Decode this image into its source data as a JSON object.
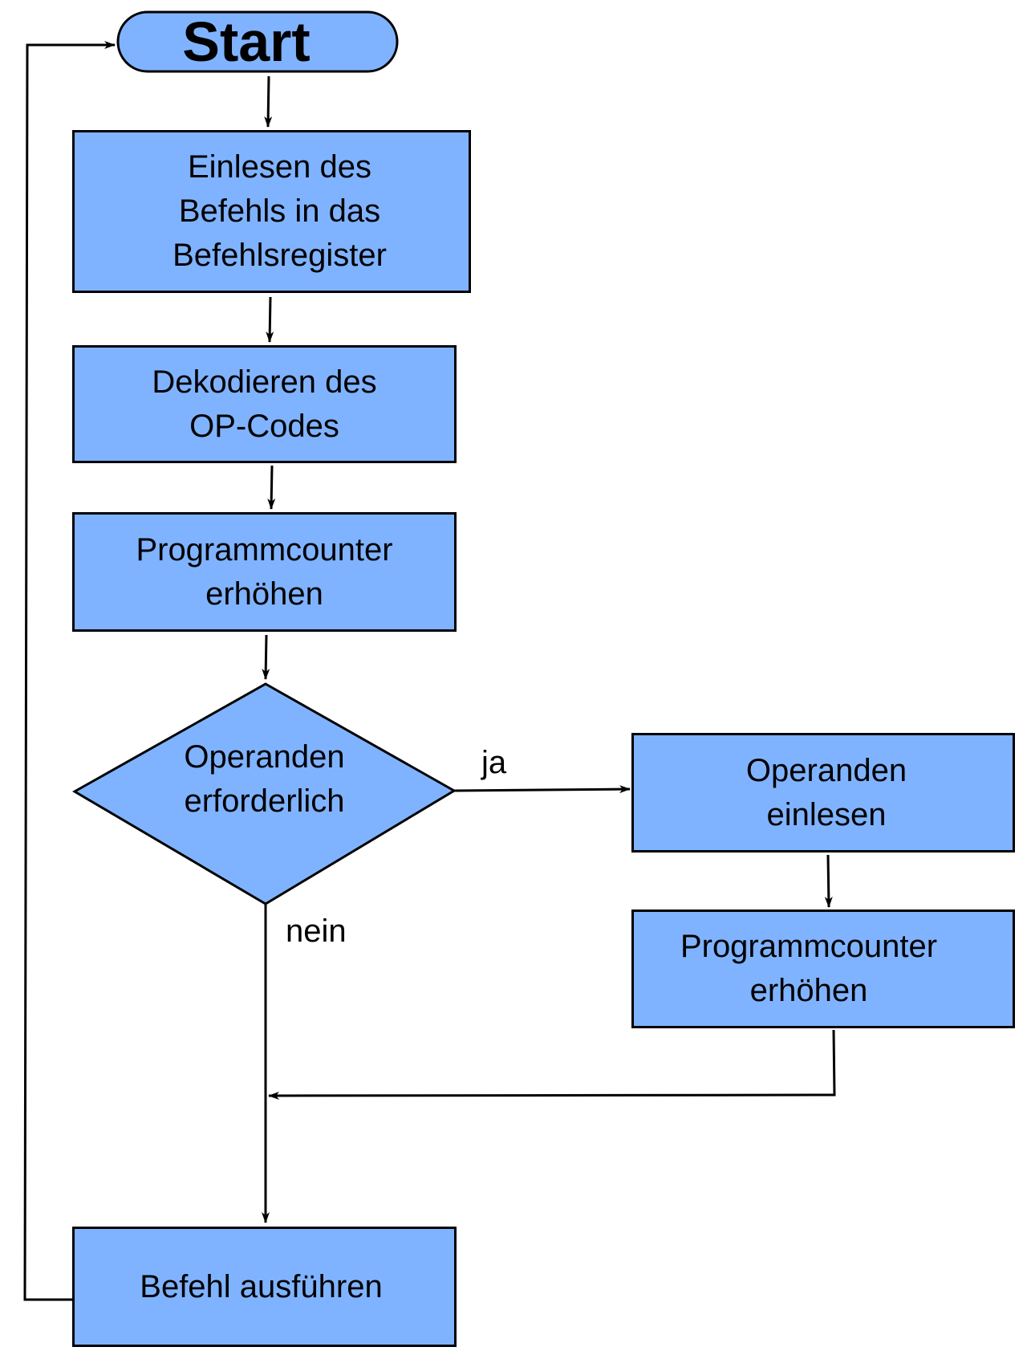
{
  "colors": {
    "box_fill": "#80b3ff",
    "stroke": "#000000",
    "background": "#ffffff"
  },
  "nodes": {
    "start": {
      "label": "Start"
    },
    "read": {
      "lines": [
        "Einlesen des",
        "Befehls in das",
        "Befehlsregister"
      ]
    },
    "decode": {
      "lines": [
        "Dekodieren des",
        "OP-Codes"
      ]
    },
    "pc1": {
      "lines": [
        "Programmcounter",
        "erhöhen"
      ]
    },
    "decision": {
      "lines": [
        "Operanden",
        "erforderlich"
      ]
    },
    "operands": {
      "lines": [
        "Operanden",
        "einlesen"
      ]
    },
    "pc2": {
      "lines": [
        "Programmcounter",
        "erhöhen"
      ]
    },
    "execute": {
      "lines": [
        "Befehl ausführen"
      ]
    }
  },
  "edges": {
    "yes_label": "ja",
    "no_label": "nein"
  }
}
